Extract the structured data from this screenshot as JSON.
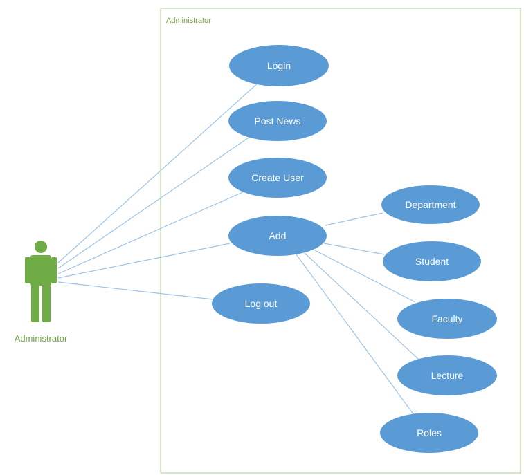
{
  "system": {
    "title": "Administrator"
  },
  "actor": {
    "label": "Administrator"
  },
  "use_cases": {
    "login": "Login",
    "post_news": "Post News",
    "create_user": "Create User",
    "add": "Add",
    "log_out": "Log out",
    "department": "Department",
    "student": "Student",
    "faculty": "Faculty",
    "lecture": "Lecture",
    "roles": "Roles"
  },
  "colors": {
    "use_case_fill": "#5b9bd5",
    "actor_fill": "#6fac46",
    "line": "#9dc3e6",
    "boundary": "#a9d08e",
    "label": "#70a04a"
  }
}
